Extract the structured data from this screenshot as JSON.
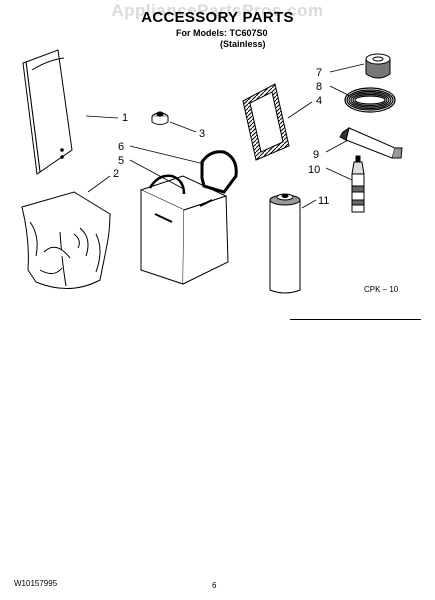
{
  "header": {
    "watermark": "AppliancePartsPros.com",
    "title": "ACCESSORY PARTS",
    "models_line": "For Models: TC607S0",
    "variant": "(Stainless)"
  },
  "callouts": [
    "1",
    "2",
    "3",
    "4",
    "5",
    "6",
    "7",
    "8",
    "9",
    "10",
    "11"
  ],
  "diagram_code": "CPK – 10",
  "footer": {
    "doc_number": "W10157995",
    "page_number": "6"
  }
}
